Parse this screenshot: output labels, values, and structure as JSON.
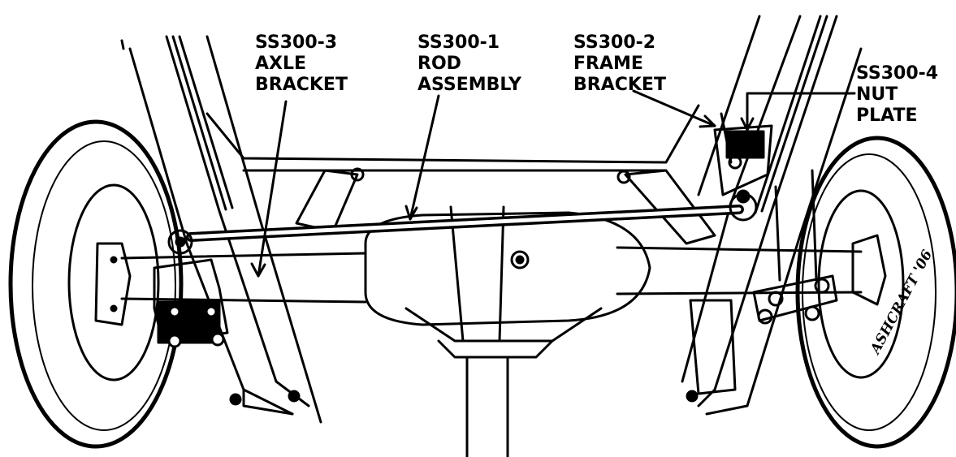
{
  "callouts": {
    "axle_bracket": {
      "part_number": "SS300-3",
      "line1": "AXLE",
      "line2": "BRACKET"
    },
    "rod_assembly": {
      "part_number": "SS300-1",
      "line1": "ROD",
      "line2": "ASSEMBLY"
    },
    "frame_bracket": {
      "part_number": "SS300-2",
      "line1": "FRAME",
      "line2": "BRACKET"
    },
    "nut_plate": {
      "part_number": "SS300-4",
      "line1": "NUT",
      "line2": "PLATE"
    }
  },
  "signature": "ASHCRAFT '06",
  "colors": {
    "ink": "#000000",
    "paper": "#ffffff"
  }
}
